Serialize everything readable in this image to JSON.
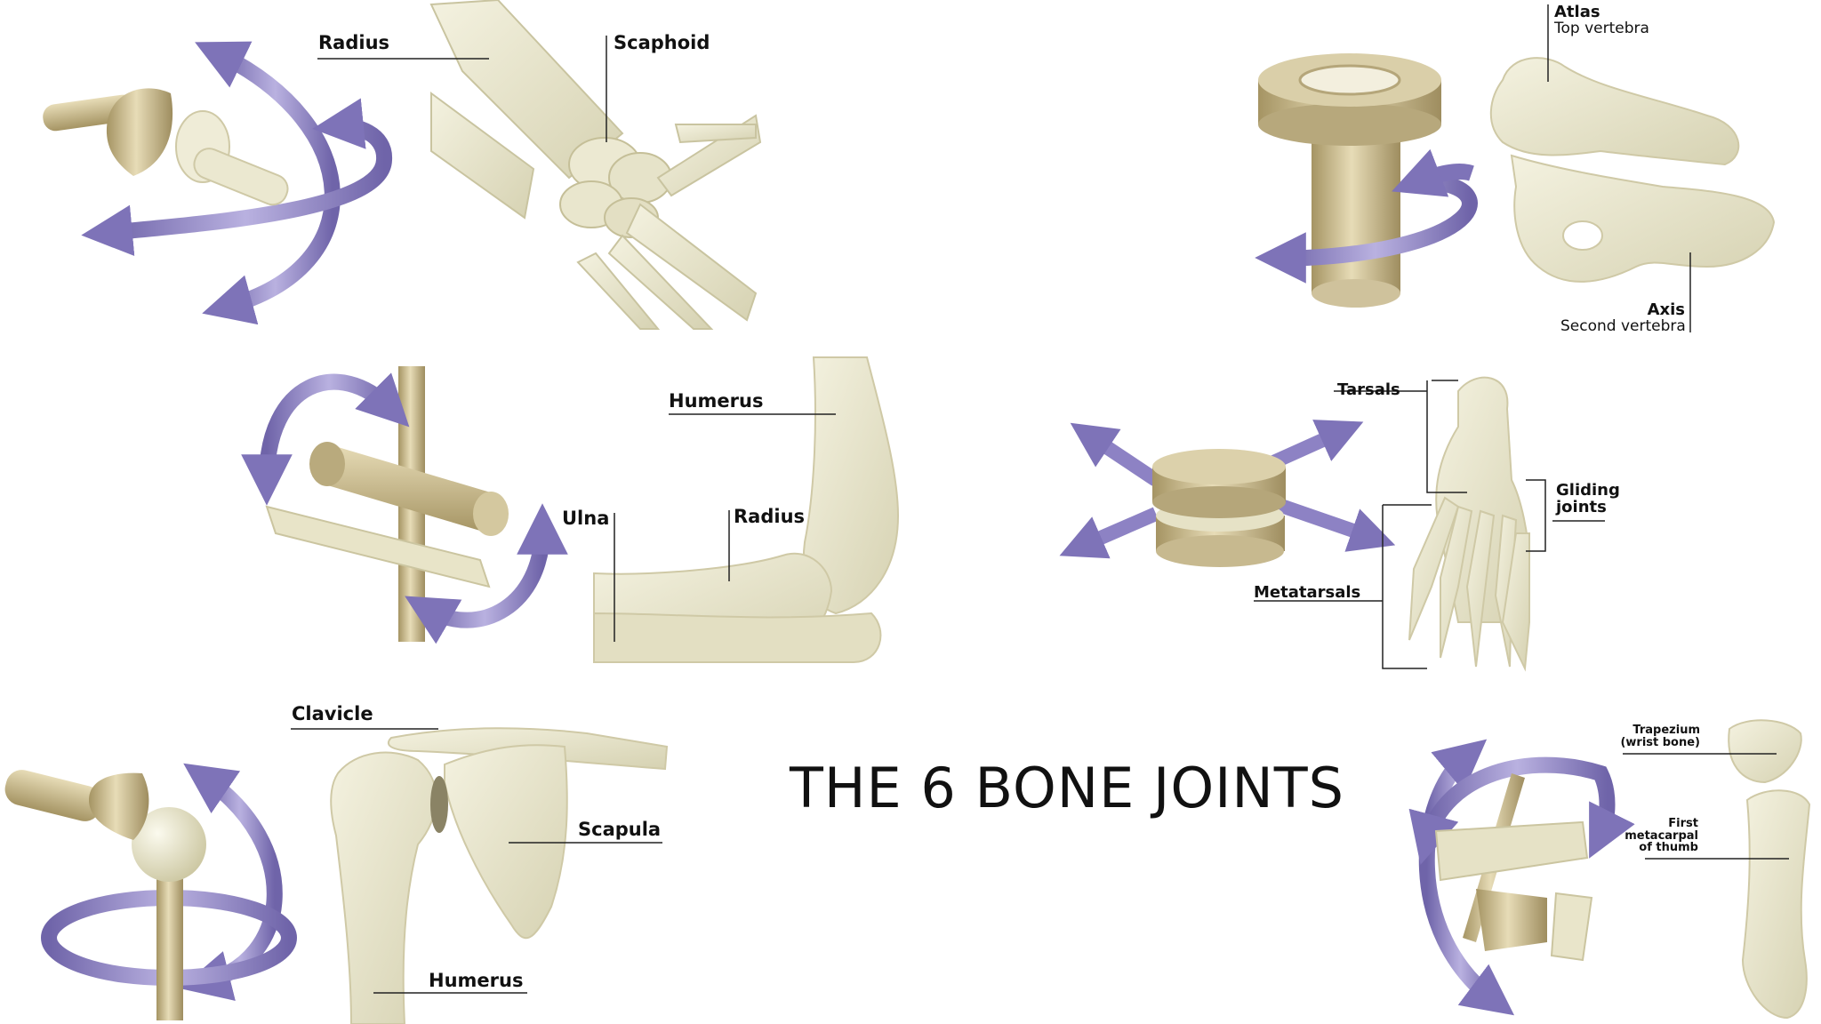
{
  "title": "THE 6 BONE JOINTS",
  "colors": {
    "arrow": "#8d82c4",
    "arrow_dark": "#6e63a8",
    "bone": "#e9e7cf",
    "bone_shade": "#cfcba8",
    "metal": "#c2b286",
    "metal_dark": "#9a8a5e",
    "line": "#222222"
  },
  "joints": {
    "wrist": {
      "labels": {
        "radius": "Radius",
        "scaphoid": "Scaphoid"
      }
    },
    "pivot": {
      "labels": {
        "atlas": "Atlas",
        "atlas_sub": "Top vertebra",
        "axis": "Axis",
        "axis_sub": "Second vertebra"
      }
    },
    "hinge": {
      "labels": {
        "humerus": "Humerus",
        "ulna": "Ulna",
        "radius": "Radius"
      }
    },
    "gliding": {
      "labels": {
        "tarsals": "Tarsals",
        "gliding": "Gliding",
        "gliding_sub": "joints",
        "metatarsals": "Metatarsals"
      }
    },
    "ball_socket": {
      "labels": {
        "clavicle": "Clavicle",
        "scapula": "Scapula",
        "humerus": "Humerus"
      }
    },
    "saddle": {
      "labels": {
        "trapezium": "Trapezium",
        "trapezium_sub": "(wrist bone)",
        "first": "First",
        "metacarpal": "metacarpal",
        "of_thumb": "of thumb"
      }
    }
  }
}
